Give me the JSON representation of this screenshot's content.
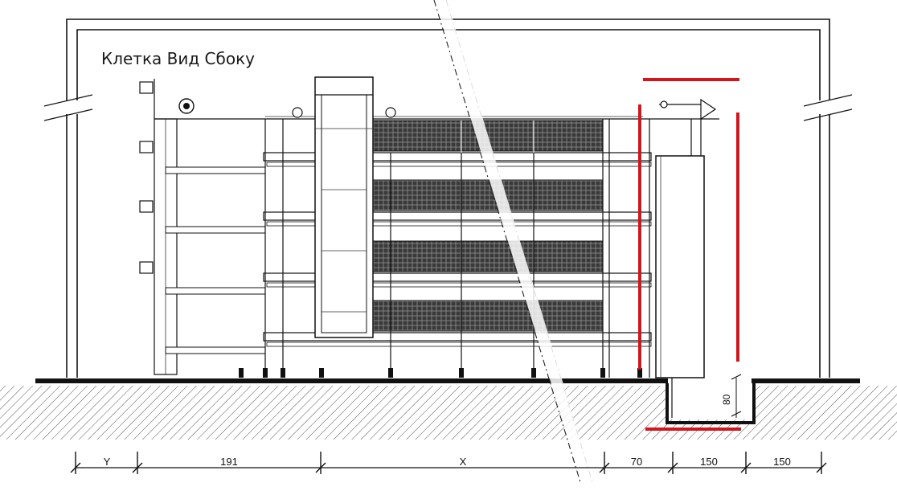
{
  "title": "Клетка Вид Сбоку",
  "dimensions": {
    "y": "Y",
    "d191": "191",
    "x": "X",
    "d70": "70",
    "d150a": "150",
    "d150b": "150",
    "pit_depth": "80"
  },
  "colors": {
    "line": "#111111",
    "highlight": "#d4161c",
    "ground_hatch": "#555555"
  }
}
